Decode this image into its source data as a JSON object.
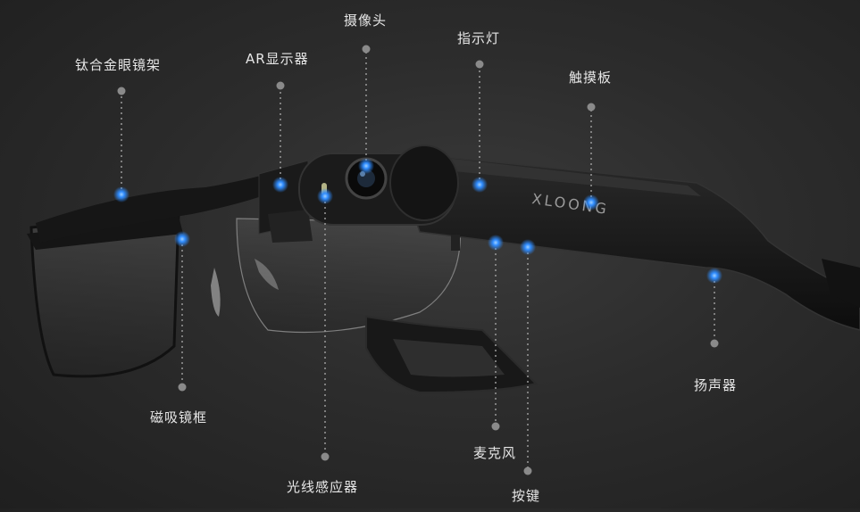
{
  "brand": {
    "logo_text": "XLOONG"
  },
  "labels": {
    "titanium_frame": "钛合金眼镜架",
    "ar_display": "AR显示器",
    "camera": "摄像头",
    "indicator_light": "指示灯",
    "touchpad": "触摸板",
    "magnetic_frame": "磁吸镜框",
    "light_sensor": "光线感应器",
    "microphone": "麦克风",
    "button": "按键",
    "speaker": "扬声器"
  },
  "colors": {
    "background": "#2c2c2c",
    "marker": "#2f8cff",
    "leader": "#9a9a9a",
    "glasses_body": "#111111",
    "label_text": "#e6e6e6"
  }
}
